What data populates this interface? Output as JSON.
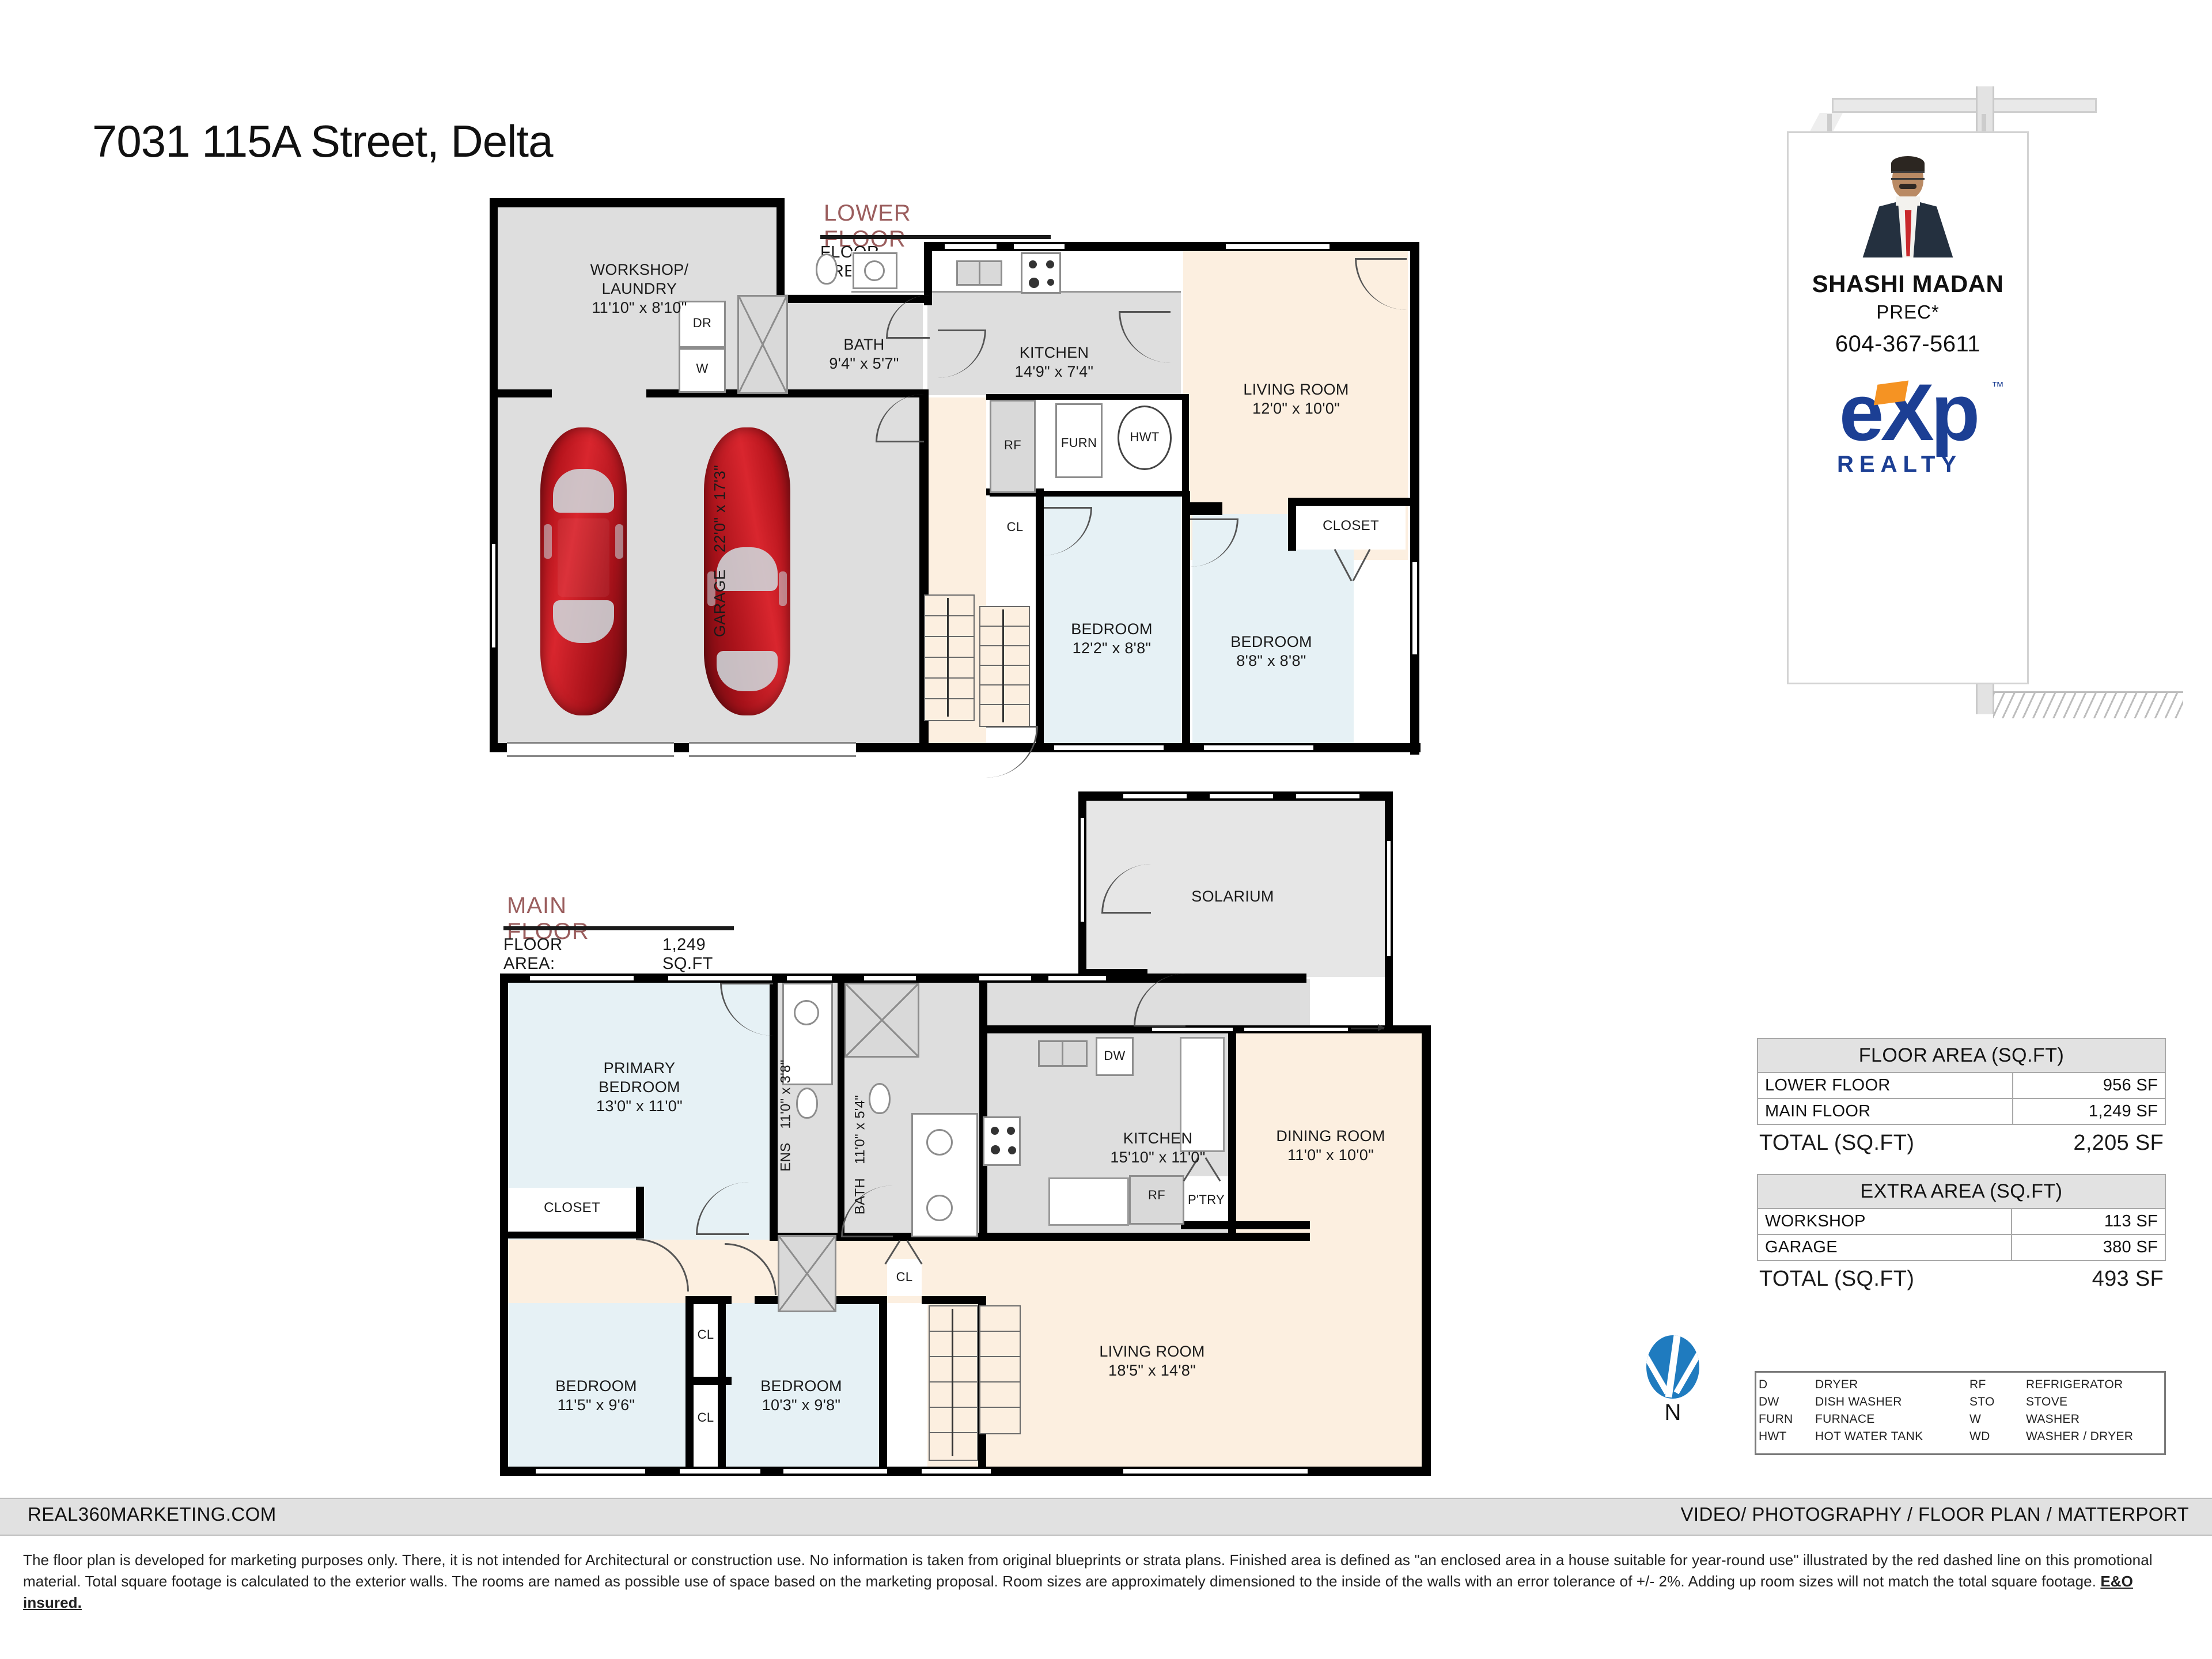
{
  "title": "7031 115A Street, Delta",
  "lower": {
    "heading": "LOWER FLOOR",
    "area_label": "FLOOR AREA:",
    "area_value": "956 SQ.FT",
    "rooms": {
      "workshop_name": "WORKSHOP/",
      "workshop_name2": "LAUNDRY",
      "workshop_dim": "11'10\" x 8'10\"",
      "dr": "DR",
      "w": "W",
      "bath_name": "BATH",
      "bath_dim": "9'4\" x 5'7\"",
      "kitchen_name": "KITCHEN",
      "kitchen_dim": "14'9\" x 7'4\"",
      "living_name": "LIVING ROOM",
      "living_dim": "12'0\" x 10'0\"",
      "rf": "RF",
      "furn": "FURN",
      "hwt": "HWT",
      "cl": "CL",
      "garage_name": "GARAGE",
      "garage_dim": "22'0\" x 17'3\"",
      "bed1_name": "BEDROOM",
      "bed1_dim": "12'2\" x 8'8\"",
      "bed2_name": "BEDROOM",
      "bed2_dim": "8'8\" x 8'8\"",
      "closet": "CLOSET"
    }
  },
  "main": {
    "heading": "MAIN FLOOR",
    "area_label": "FLOOR AREA:",
    "area_value": "1,249 SQ.FT",
    "rooms": {
      "primary_name": "PRIMARY",
      "primary_name2": "BEDROOM",
      "primary_dim": "13'0\" x 11'0\"",
      "ens_name": "ENS",
      "ens_dim": "11'0\" x 3'8\"",
      "bath_name": "BATH",
      "bath_dim": "11'0\" x 5'4\"",
      "kitchen_name": "KITCHEN",
      "kitchen_dim": "15'10\" x 11'0\"",
      "solarium": "SOLARIUM",
      "dining_name": "DINING ROOM",
      "dining_dim": "11'0\" x 10'0\"",
      "dw": "DW",
      "rf": "RF",
      "ptry": "P'TRY",
      "closet": "CLOSET",
      "cl": "CL",
      "bed2_name": "BEDROOM",
      "bed2_dim": "11'5\" x 9'6\"",
      "bed3_name": "BEDROOM",
      "bed3_dim": "10'3\" x 9'8\"",
      "living_name": "LIVING ROOM",
      "living_dim": "18'5\" x 14'8\""
    }
  },
  "sign": {
    "agent_name": "SHASHI MADAN",
    "designation": "PREC*",
    "phone": "604-367-5611",
    "brokerage": "eXp",
    "brokerage_sub": "REALTY",
    "trademark": "™"
  },
  "floor_area_table": {
    "header": "FLOOR AREA (SQ.FT)",
    "rows": [
      {
        "label": "LOWER FLOOR",
        "value": "956 SF"
      },
      {
        "label": "MAIN FLOOR",
        "value": "1,249 SF"
      }
    ],
    "total_label": "TOTAL (SQ.FT)",
    "total_value": "2,205 SF"
  },
  "extra_area_table": {
    "header": "EXTRA AREA (SQ.FT)",
    "rows": [
      {
        "label": "WORKSHOP",
        "value": "113 SF"
      },
      {
        "label": "GARAGE",
        "value": "380 SF"
      }
    ],
    "total_label": "TOTAL (SQ.FT)",
    "total_value": "493 SF"
  },
  "legend": {
    "rows": [
      {
        "a1": "D",
        "d1": "DRYER",
        "a2": "RF",
        "d2": "REFRIGERATOR"
      },
      {
        "a1": "DW",
        "d1": "DISH WASHER",
        "a2": "STO",
        "d2": "STOVE"
      },
      {
        "a1": "FURN",
        "d1": "FURNACE",
        "a2": "W",
        "d2": "WASHER"
      },
      {
        "a1": "HWT",
        "d1": "HOT WATER TANK",
        "a2": "WD",
        "d2": "WASHER / DRYER"
      }
    ]
  },
  "compass": {
    "north": "N"
  },
  "footer": {
    "site": "REAL360MARKETING.COM",
    "services": "VIDEO/ PHOTOGRAPHY / FLOOR PLAN / MATTERPORT",
    "disclaimer_1": "The floor plan is developed for marketing purposes only. There, it is not intended for Architectural or construction use. No information is  taken from original blueprints or strata plans. Finished area is defined as  \"an enclosed area in a house suitable for year-round",
    "disclaimer_2": "use\" illustrated by the red dashed line on this promotional material. Total square footage is calculated to the exterior walls. The rooms are named as possible use of space based on the marketing proposal. Room sizes are approximately dimensioned to the inside of",
    "disclaimer_3a": "the walls with an error tolerance of +/- 2%. Adding up room sizes will not match the total square footage. ",
    "disclaimer_3b": "E&O insured."
  },
  "colors": {
    "heading": "#9B5E5E",
    "cream": "#FCEFE0",
    "blue": "#E6F1F5",
    "grey": "#DEDEDE",
    "brand_blue": "#1C3F94",
    "brand_orange": "#F59323",
    "compass_blue": "#1F7BBF"
  }
}
